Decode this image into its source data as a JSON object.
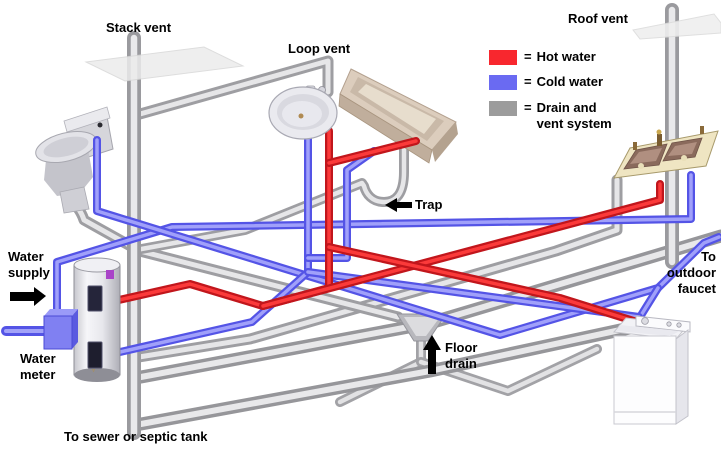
{
  "diagram": {
    "title_names": {
      "stack_vent": "Stack vent",
      "loop_vent": "Loop vent",
      "roof_vent": "Roof vent",
      "trap": "Trap",
      "floor_drain": "Floor\ndrain",
      "water_supply": "Water\nsupply",
      "water_meter": "Water\nmeter",
      "sewer_note": "To sewer or septic tank",
      "outdoor_faucet": "To\noutdoor\nfaucet"
    },
    "legend": {
      "items": [
        {
          "eq": "=",
          "name": "Hot water",
          "color": "#f8272e"
        },
        {
          "eq": "=",
          "name": "Cold water",
          "color": "#6a6af2"
        },
        {
          "eq": "=",
          "name": "Drain and vent system",
          "color": "#9c9c9c"
        }
      ]
    },
    "colors": {
      "hot_pipe": "#f8272e",
      "cold_pipe": "#6a6af2",
      "drain_pipe": "#9c9c9c",
      "arrow": "#000000"
    },
    "fixtures": [
      "toilet",
      "bathroom-sink",
      "bathtub",
      "kitchen-sink",
      "water-heater",
      "washing-machine",
      "water-meter"
    ]
  }
}
